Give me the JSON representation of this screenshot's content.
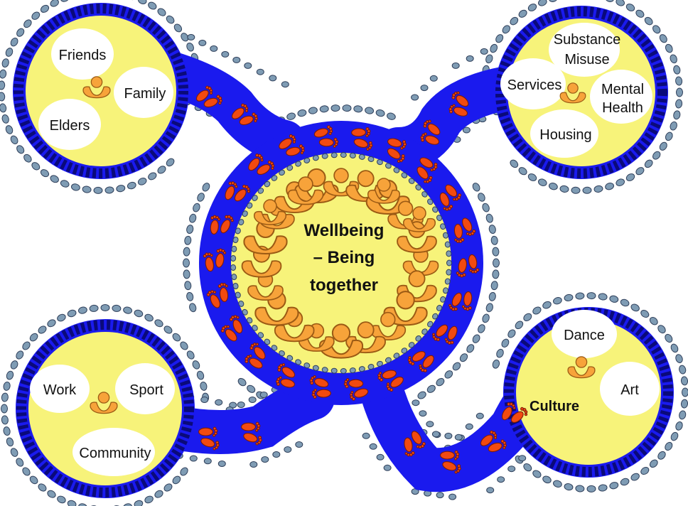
{
  "colors": {
    "path_blue": "#1a1aee",
    "path_dark": "#0a0a7a",
    "bead_fill": "#7f9cb4",
    "bead_stroke": "#2f3f5a",
    "circle_yellow": "#f7f37a",
    "bubble_white": "#ffffff",
    "person_orange": "#f7a33a",
    "person_outline": "#9b5a14",
    "footprint_red": "#f24a10",
    "footprint_dark": "#7a1a08",
    "text": "#111111"
  },
  "center": {
    "title_line1": "Wellbeing",
    "title_line2": "– Being",
    "title_line3": "together"
  },
  "groups": {
    "top_left": {
      "labels": [
        "Friends",
        "Family",
        "Elders"
      ]
    },
    "top_right": {
      "labels": [
        "Substance",
        "Misuse",
        "Services",
        "Mental",
        "Health",
        "Housing"
      ]
    },
    "bottom_left": {
      "labels": [
        "Work",
        "Sport",
        "Community"
      ]
    },
    "bottom_right": {
      "labels": [
        "Dance",
        "Art",
        "Culture"
      ]
    }
  }
}
